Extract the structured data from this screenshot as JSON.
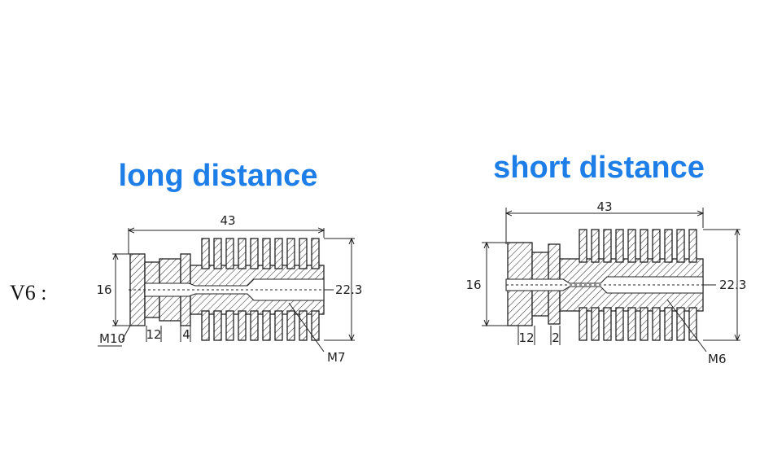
{
  "row_label": "V6 :",
  "long": {
    "title": "long distance",
    "overall_length": "43",
    "diameter": "16",
    "fin_diameter": "22.3",
    "bottom_labels": [
      "M10",
      "12",
      "4"
    ],
    "thread_label": "M7"
  },
  "short": {
    "title": "short distance",
    "overall_length": "43",
    "diameter": "16",
    "fin_diameter": "22.3",
    "bottom_labels": [
      "12",
      "2"
    ],
    "thread_label": "M6"
  }
}
